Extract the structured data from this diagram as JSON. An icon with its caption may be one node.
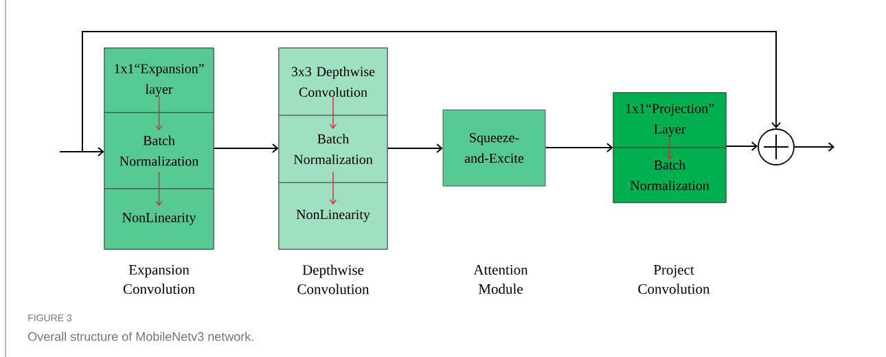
{
  "diagram": {
    "caption": "Overall structure of MobileNetv3 network.",
    "nodes": [
      {
        "text": [],
        "shape": "box",
        "beside": [
          "Expansion Convolution"
        ]
      },
      {
        "text": [
          "1x1“Expansion” layer"
        ],
        "in": 0
      },
      {
        "text": [
          "Batch Normalization"
        ],
        "in": 0
      },
      {
        "text": [
          "NonLinearity"
        ],
        "in": 0
      },
      {
        "text": [],
        "shape": "box",
        "beside": [
          "Depthwise Convolution"
        ]
      },
      {
        "text": [
          "3x3 Depthwise Convolution"
        ],
        "in": 4
      },
      {
        "text": [
          "Batch Normalization"
        ],
        "in": 4
      },
      {
        "text": [
          "NonLinearity"
        ],
        "in": 4
      },
      {
        "text": [
          "Squeeze-and-Excite"
        ]
      },
      {
        "text": [],
        "shape": "box"
      },
      {
        "text": [
          "1x1“Projection” Layer"
        ],
        "in": 9
      },
      {
        "text": [
          "Batch Normalization"
        ],
        "in": 9
      },
      {
        "text": [],
        "shape": "circle"
      }
    ],
    "edges": [
      {
        "from": null,
        "to": 0,
        "arrow": "to"
      },
      {
        "from": 0,
        "to": 4,
        "arrow": "to"
      },
      {
        "from": 4,
        "to": 8,
        "arrow": "to"
      },
      {
        "from": 8,
        "to": 9,
        "arrow": "to"
      },
      {
        "from": 9,
        "to": 12,
        "arrow": "to"
      },
      {
        "from": 12,
        "to": null,
        "arrow": "to"
      },
      {
        "from": null,
        "to": 12,
        "arrow": "to"
      },
      {
        "from": 1,
        "to": 2,
        "arrow": "to",
        "color": "#e0203c"
      },
      {
        "from": 2,
        "to": 3,
        "arrow": "to",
        "color": "#e0203c"
      },
      {
        "from": 5,
        "to": 6,
        "arrow": "to",
        "color": "#e0203c"
      },
      {
        "from": 6,
        "to": 7,
        "arrow": "to",
        "color": "#e0203c"
      },
      {
        "from": 10,
        "to": 11,
        "arrow": "to",
        "color": "#e0203c"
      }
    ],
    "labels": [
      "Attention Module",
      "Project Convolution",
      "FIGURE 3"
    ]
  }
}
